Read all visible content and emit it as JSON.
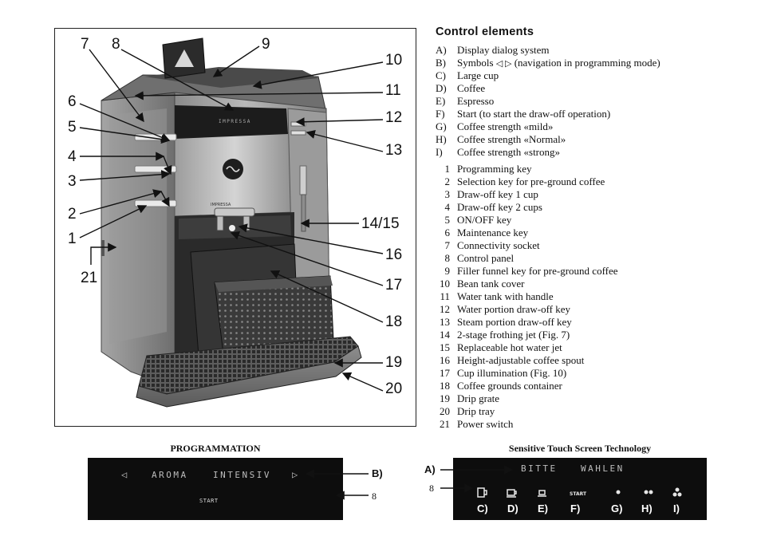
{
  "heading": "Control elements",
  "letter_items": [
    {
      "key": "A)",
      "text": "Display dialog system"
    },
    {
      "key": "B)",
      "text_before": "Symbols",
      "symbols": "◁ ▷",
      "text_after": "(navigation in programming mode)"
    },
    {
      "key": "C)",
      "text": "Large cup"
    },
    {
      "key": "D)",
      "text": "Coffee"
    },
    {
      "key": "E)",
      "text": "Espresso"
    },
    {
      "key": "F)",
      "text": "Start (to start the draw-off operation)"
    },
    {
      "key": "G)",
      "text": "Coffee strength «mild»"
    },
    {
      "key": "H)",
      "text": "Coffee strength «Normal»"
    },
    {
      "key": "I)",
      "text": "Coffee strength «strong»"
    }
  ],
  "number_items": [
    {
      "key": "1",
      "text": "Programming key"
    },
    {
      "key": "2",
      "text": "Selection key for pre-ground coffee"
    },
    {
      "key": "3",
      "text": "Draw-off key 1 cup"
    },
    {
      "key": "4",
      "text": "Draw-off key 2 cups"
    },
    {
      "key": "5",
      "text": "ON/OFF key"
    },
    {
      "key": "6",
      "text": "Maintenance key"
    },
    {
      "key": "7",
      "text": "Connectivity socket"
    },
    {
      "key": "8",
      "text": "Control panel"
    },
    {
      "key": "9",
      "text": "Filler funnel key for pre-ground coffee"
    },
    {
      "key": "10",
      "text": "Bean tank cover"
    },
    {
      "key": "11",
      "text": "Water tank with handle"
    },
    {
      "key": "12",
      "text": "Water portion draw-off key"
    },
    {
      "key": "13",
      "text": "Steam portion draw-off key"
    },
    {
      "key": "14",
      "text": "2-stage frothing jet (Fig. 7)"
    },
    {
      "key": "15",
      "text": "Replaceable hot water jet"
    },
    {
      "key": "16",
      "text": "Height-adjustable coffee spout"
    },
    {
      "key": "17",
      "text": "Cup illumination  (Fig. 10)"
    },
    {
      "key": "18",
      "text": "Coffee grounds container"
    },
    {
      "key": "19",
      "text": "Drip grate"
    },
    {
      "key": "20",
      "text": "Drip tray"
    },
    {
      "key": "21",
      "text": "Power switch"
    }
  ],
  "callouts": {
    "c7": "7",
    "c8": "8",
    "c9": "9",
    "c10": "10",
    "c11": "11",
    "c6": "6",
    "c5": "5",
    "c12": "12",
    "c4": "4",
    "c13": "13",
    "c3": "3",
    "c2": "2",
    "c1415": "14/15",
    "c1": "1",
    "c16": "16",
    "c21": "21",
    "c17": "17",
    "c18": "18",
    "c19": "19",
    "c20": "20"
  },
  "machine_brand": "IMPRESSA",
  "programmation": {
    "title": "PROGRAMMATION",
    "left_arrow": "◁",
    "word1": "AROMA",
    "word2": "INTENSIV",
    "right_arrow": "▷",
    "start_label": "START",
    "label_b": "B)",
    "label_8": "8"
  },
  "touch_screen": {
    "title": "Sensitive Touch Screen Technology",
    "lcd_word1": "BITTE",
    "lcd_word2": "WAHLEN",
    "label_a": "A)",
    "label_8": "8",
    "start_label": "START",
    "keys": [
      "C)",
      "D)",
      "E)",
      "F)",
      "G)",
      "H)",
      "I)"
    ]
  }
}
